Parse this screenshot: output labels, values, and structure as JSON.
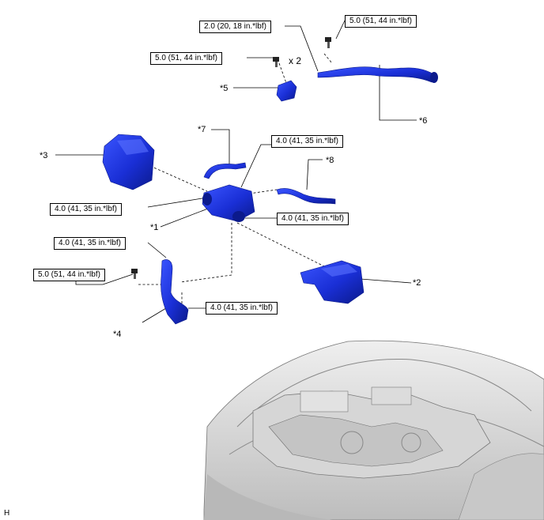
{
  "torque_labels": [
    {
      "id": "t1",
      "text": "2.0 (20, 18 in.*lbf)"
    },
    {
      "id": "t2",
      "text": "5.0 (51, 44 in.*lbf)"
    },
    {
      "id": "t3",
      "text": "5.0 (51, 44 in.*lbf)"
    },
    {
      "id": "t4",
      "text": "4.0 (41, 35 in.*lbf)"
    },
    {
      "id": "t5",
      "text": "4.0 (41, 35 in.*lbf)"
    },
    {
      "id": "t6",
      "text": "4.0 (41, 35 in.*lbf)"
    },
    {
      "id": "t7",
      "text": "4.0 (41, 35 in.*lbf)"
    },
    {
      "id": "t8",
      "text": "5.0 (51, 44 in.*lbf)"
    },
    {
      "id": "t9",
      "text": "4.0 (41, 35 in.*lbf)"
    }
  ],
  "callouts": {
    "c1": "*1",
    "c2": "*2",
    "c3": "*3",
    "c4": "*4",
    "c5": "*5",
    "c6": "*6",
    "c7": "*7",
    "c8": "*8"
  },
  "quantity_note": "x 2",
  "corner_mark": "H",
  "colors": {
    "part": "#1a2fd6",
    "part_dark": "#0b1a8c",
    "line": "#000000",
    "engine": "#9a9a9a"
  }
}
